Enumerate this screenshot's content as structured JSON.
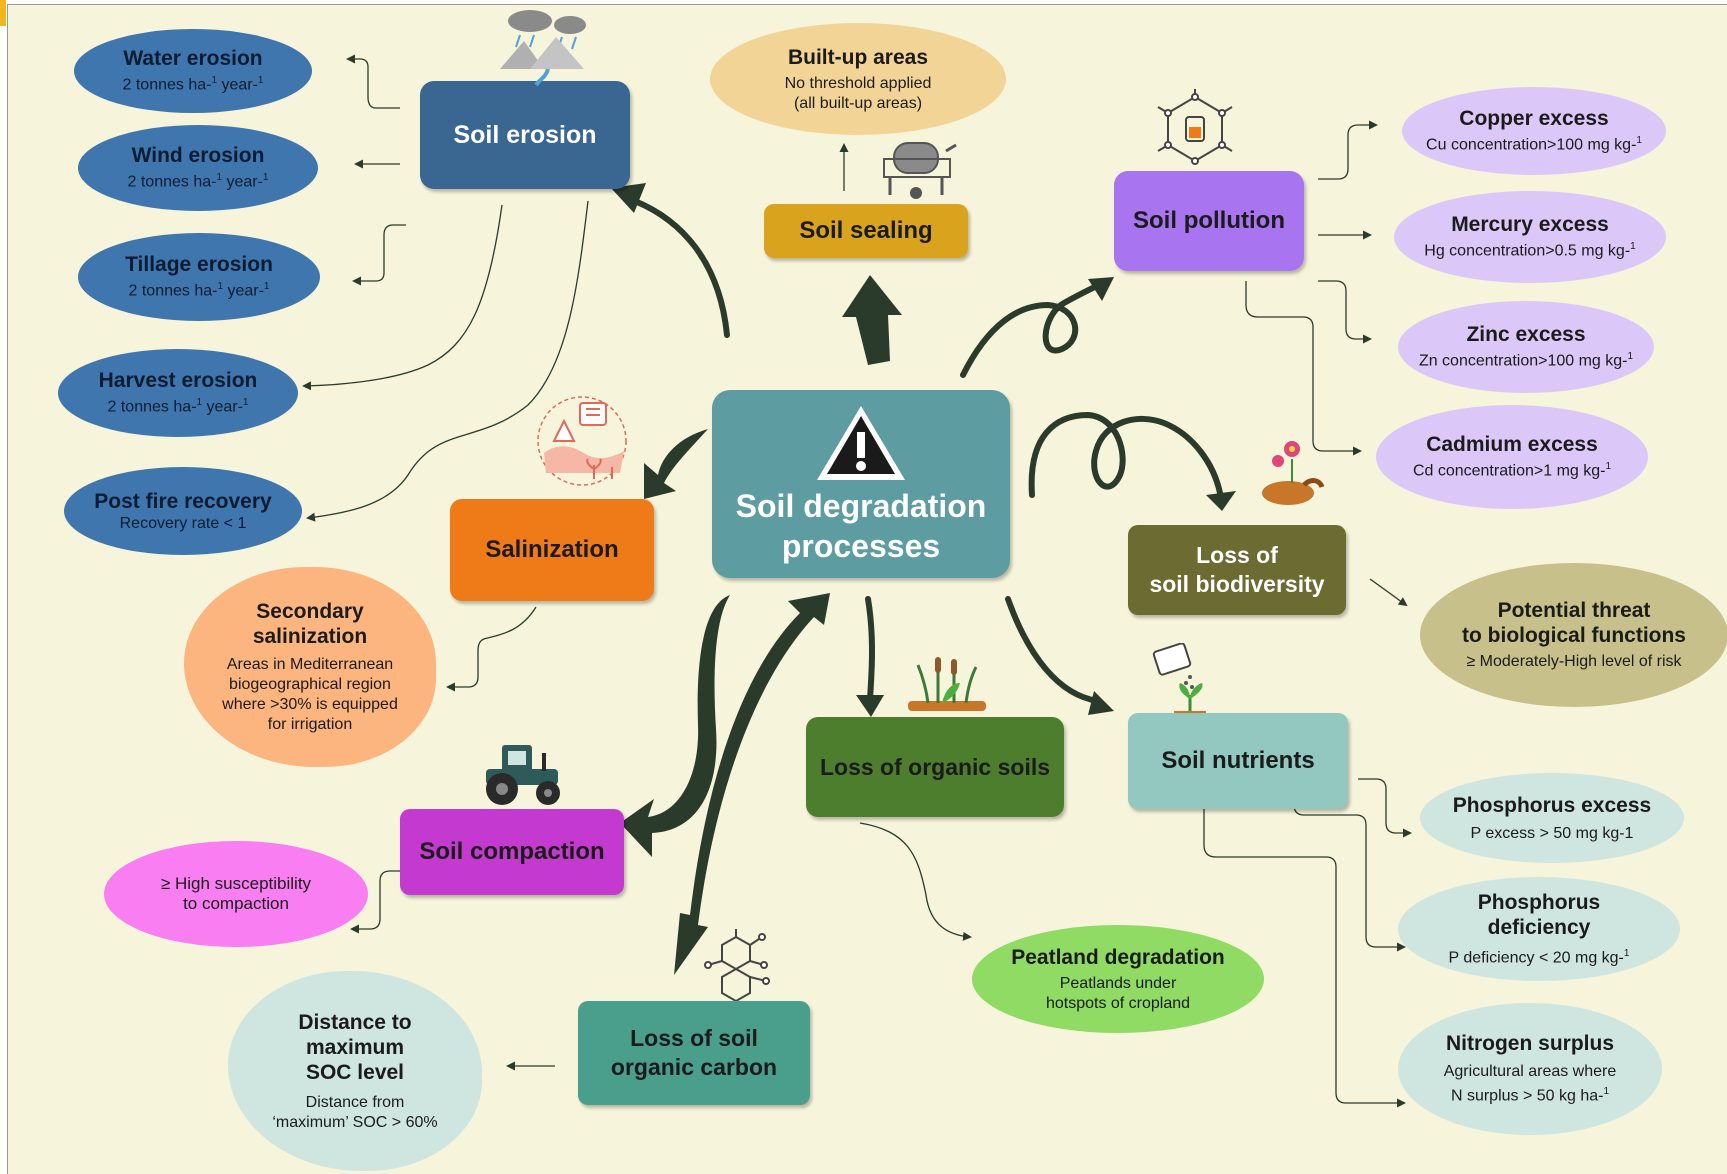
{
  "colors": {
    "background": "#f6f4da",
    "center": "#5d9ca0",
    "erosion": "#3a6791",
    "sealing": "#d9a31d",
    "pollution": "#a874f0",
    "biodiversity": "#6b6b32",
    "nutrients": "#92c8bf",
    "organic_soils": "#4c7e2d",
    "soc": "#4a9e8c",
    "compaction": "#c43ad0",
    "salinization": "#ee7a18",
    "arrow": "#2a3b2c"
  },
  "center": {
    "line1": "Soil degradation",
    "line2": "processes",
    "icon": "warning-icon"
  },
  "processes": {
    "erosion": "Soil erosion",
    "sealing": "Soil sealing",
    "pollution": "Soil pollution",
    "biodiversity_l1": "Loss of",
    "biodiversity_l2": "soil biodiversity",
    "nutrients": "Soil nutrients",
    "organic_soils": "Loss of organic soils",
    "soc_l1": "Loss of soil",
    "soc_l2": "organic carbon",
    "compaction": "Soil compaction",
    "salinization": "Salinization"
  },
  "erosion_items": [
    {
      "title": "Water erosion",
      "base": "2 tonnes ha-",
      "sup1": "1",
      "mid": " year-",
      "sup2": "1"
    },
    {
      "title": "Wind erosion",
      "base": "2 tonnes ha-",
      "sup1": "1",
      "mid": " year-",
      "sup2": "1"
    },
    {
      "title": "Tillage erosion",
      "base": "2 tonnes ha-",
      "sup1": "1",
      "mid": " year-",
      "sup2": "1"
    },
    {
      "title": "Harvest erosion",
      "base": "2 tonnes ha-",
      "sup1": "1",
      "mid": " year-",
      "sup2": "1"
    },
    {
      "title": "Post fire recovery",
      "sub": "Recovery rate < 1"
    }
  ],
  "built_up": {
    "title": "Built-up areas",
    "l1": "No threshold applied",
    "l2": "(all built-up areas)"
  },
  "pollution_items": [
    {
      "title": "Copper excess",
      "sub": "Cu concentration>100 mg kg-",
      "sup": "1"
    },
    {
      "title": "Mercury excess",
      "sub": "Hg concentration>0.5 mg kg-",
      "sup": "1"
    },
    {
      "title": "Zinc excess",
      "sub": "Zn concentration>100 mg kg-",
      "sup": "1"
    },
    {
      "title": "Cadmium excess",
      "sub": "Cd concentration>1 mg kg-",
      "sup": "1"
    }
  ],
  "biodiversity_item": {
    "l1": "Potential threat",
    "l2": "to biological functions",
    "sub": "≥ Moderately-High level of risk"
  },
  "nutrient_items": {
    "p_excess": {
      "title": "Phosphorus excess",
      "sub": "P excess > 50 mg kg-1"
    },
    "p_def": {
      "t1": "Phosphorus",
      "t2": "deficiency",
      "sub": "P deficiency < 20 mg kg-",
      "sup": "1"
    },
    "n_surplus": {
      "title": "Nitrogen surplus",
      "l1": "Agricultural areas where",
      "l2": "N surplus > 50 kg ha-",
      "sup": "1"
    }
  },
  "peatland": {
    "title": "Peatland degradation",
    "l1": "Peatlands under",
    "l2": "hotspots of cropland"
  },
  "soc_item": {
    "t1": "Distance to",
    "t2": "maximum",
    "t3": "SOC level",
    "l1": "Distance from",
    "l2": "‘maximum’ SOC > 60%"
  },
  "compaction_item": {
    "l1": "≥ High susceptibility",
    "l2": "to compaction"
  },
  "salinization_item": {
    "t1": "Secondary",
    "t2": "salinization",
    "l1": "Areas in Mediterranean",
    "l2": "biogeographical region",
    "l3": "where >30% is equipped",
    "l4": "for irrigation"
  }
}
